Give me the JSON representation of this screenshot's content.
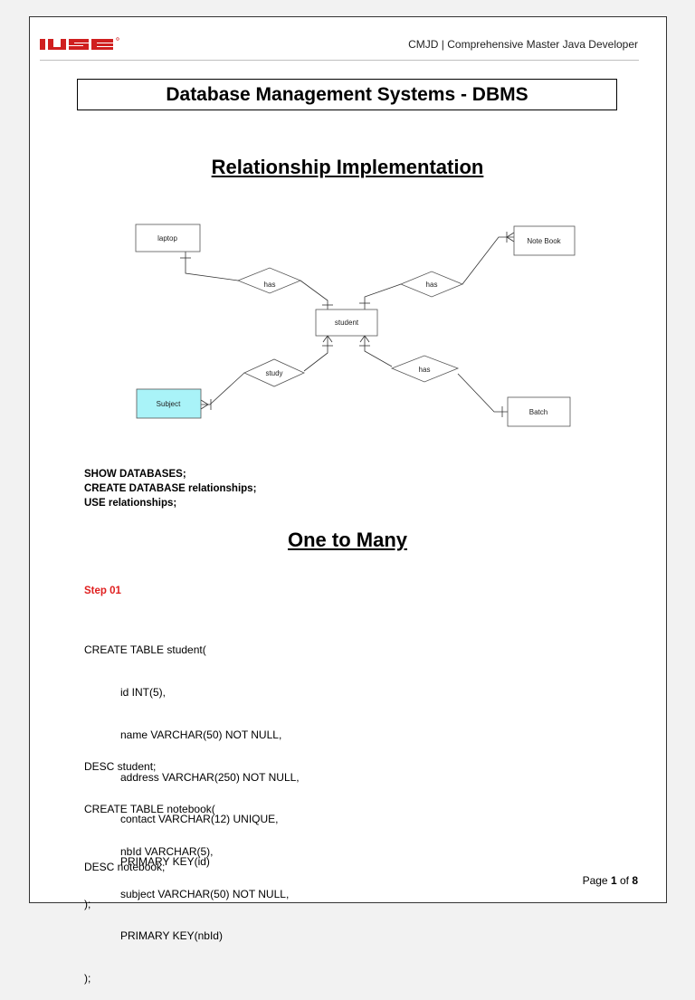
{
  "header": {
    "logo_text": "IJSE",
    "course": "CMJD | Comprehensive Master Java Developer"
  },
  "title": "Database Management Systems - DBMS",
  "section1_heading": "Relationship Implementation",
  "diagram": {
    "entities": {
      "laptop": "laptop",
      "notebook": "Note Book",
      "student": "student",
      "subject": "Subject",
      "batch": "Batch"
    },
    "relations": {
      "laptop_has": "has",
      "notebook_has": "has",
      "study": "study",
      "batch_has": "has"
    },
    "colors": {
      "subject_fill": "#a9f3f8"
    }
  },
  "commands": [
    "SHOW DATABASES;",
    "CREATE DATABASE relationships;",
    "USE relationships;"
  ],
  "section2_heading": "One to Many",
  "step_label": "Step 01",
  "code_block_1": [
    "CREATE TABLE student(",
    "            id INT(5),",
    "            name VARCHAR(50) NOT NULL,",
    "            address VARCHAR(250) NOT NULL,",
    "            contact VARCHAR(12) UNIQUE,",
    "            PRIMARY KEY(id)",
    ");"
  ],
  "code_block_2": [
    "DESC student;",
    "CREATE TABLE notebook(",
    "            nbId VARCHAR(5),",
    "            subject VARCHAR(50) NOT NULL,",
    "            PRIMARY KEY(nbId)",
    ");"
  ],
  "code_block_3": [
    "DESC notebook;"
  ],
  "footer": {
    "prefix": "Page ",
    "current": "1",
    "middle": " of ",
    "total": "8"
  }
}
